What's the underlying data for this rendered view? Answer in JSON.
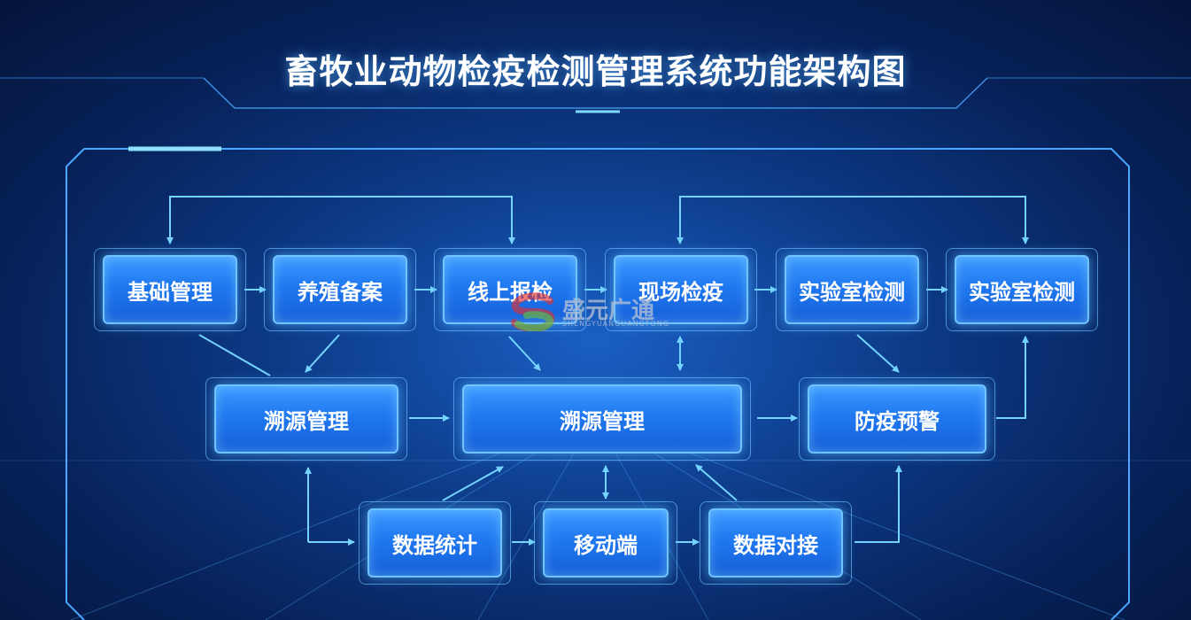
{
  "title": "畜牧业动物检疫检测管理系统功能架构图",
  "nodes": {
    "jichu": "基础管理",
    "yangzhi": "养殖备案",
    "xianshang": "线上报检",
    "xianchang": "现场检疫",
    "shiyan1": "实验室检测",
    "shiyan2": "实验室检测",
    "suyuan1": "溯源管理",
    "suyuan2": "溯源管理",
    "fangyi": "防疫预警",
    "shuju_tongji": "数据统计",
    "yidong": "移动端",
    "shuju_duijie": "数据对接"
  },
  "watermark": {
    "text": "盛元广通",
    "sub": "SHENGYUANGUANGTONG"
  },
  "colors": {
    "accent": "#6fd3ff",
    "node": "#1f78f0",
    "background": "#0d3a86"
  }
}
